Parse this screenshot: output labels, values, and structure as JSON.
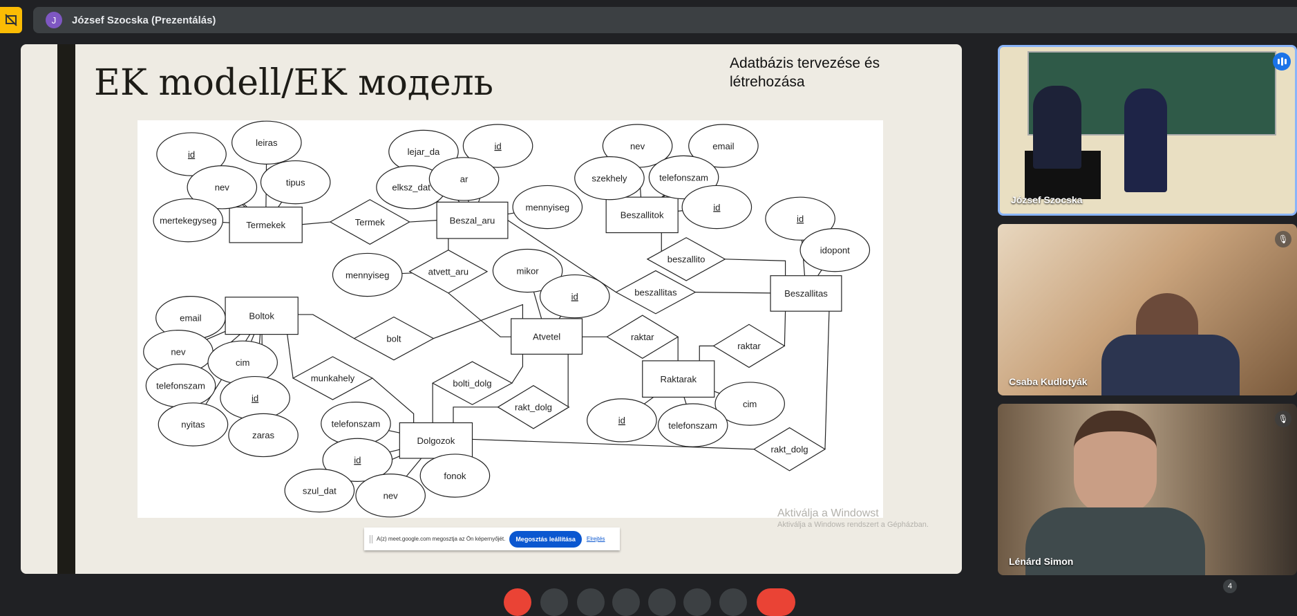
{
  "topbar": {
    "presenter_initial": "J",
    "presenter_label": "József Szocska (Prezentálás)",
    "icon": "presentation-off-icon"
  },
  "slide": {
    "title": "EK modell/EK модель",
    "subtitle": "Adatbázis tervezése és létrehozása",
    "watermark_line1": "Aktiválja a Windowst",
    "watermark_line2": "Aktiválja a Windows rendszert a Gépházban."
  },
  "diagram": {
    "entities": [
      "Termekek",
      "Beszal_aru",
      "Beszallitok",
      "Beszallitas",
      "Boltok",
      "Atvetel",
      "Raktarak",
      "Dolgozok"
    ],
    "relationships": [
      "Termek",
      "atvett_aru",
      "beszallito",
      "beszallitas",
      "bolt",
      "raktar",
      "raktar",
      "munkahely",
      "bolti_dolg",
      "rakt_dolg",
      "rakt_dolg"
    ],
    "attributes": [
      {
        "label": "id",
        "key": true
      },
      {
        "label": "leiras",
        "key": false
      },
      {
        "label": "nev",
        "key": false
      },
      {
        "label": "tipus",
        "key": false
      },
      {
        "label": "mertekegyseg",
        "key": false
      },
      {
        "label": "lejar_da",
        "key": false
      },
      {
        "label": "id",
        "key": true
      },
      {
        "label": "elksz_dat",
        "key": false
      },
      {
        "label": "ar",
        "key": false
      },
      {
        "label": "mennyiseg",
        "key": false
      },
      {
        "label": "nev",
        "key": false
      },
      {
        "label": "email",
        "key": false
      },
      {
        "label": "szekhely",
        "key": false
      },
      {
        "label": "telefonszam",
        "key": false
      },
      {
        "label": "id",
        "key": true
      },
      {
        "label": "id",
        "key": true
      },
      {
        "label": "idopont",
        "key": false
      },
      {
        "label": "mennyiseg",
        "key": false
      },
      {
        "label": "mikor",
        "key": false
      },
      {
        "label": "id",
        "key": true
      },
      {
        "label": "email",
        "key": false
      },
      {
        "label": "nev",
        "key": false
      },
      {
        "label": "cim",
        "key": false
      },
      {
        "label": "telefonszam",
        "key": false
      },
      {
        "label": "id",
        "key": true
      },
      {
        "label": "nyitas",
        "key": false
      },
      {
        "label": "zaras",
        "key": false
      },
      {
        "label": "telefonszam",
        "key": false
      },
      {
        "label": "id",
        "key": true
      },
      {
        "label": "fonok",
        "key": false
      },
      {
        "label": "szul_dat",
        "key": false
      },
      {
        "label": "nev",
        "key": false
      },
      {
        "label": "cim",
        "key": false
      },
      {
        "label": "id",
        "key": true
      },
      {
        "label": "telefonszam",
        "key": false
      }
    ]
  },
  "share_bar": {
    "message": "A(z) meet.google.com megosztja az Ön képernyőjét.",
    "stop_label": "Megosztás leállítása",
    "hide_label": "Elrejtés"
  },
  "participants": [
    {
      "name": "József Szocska",
      "speaking": true
    },
    {
      "name": "Csaba Kudlotyák",
      "muted": true
    },
    {
      "name": "Lénárd Simon",
      "muted": true
    }
  ],
  "participant_count": "4",
  "colors": {
    "accent": "#1a73e8",
    "presenting": "#fbbc04",
    "end_call": "#ea4335"
  }
}
